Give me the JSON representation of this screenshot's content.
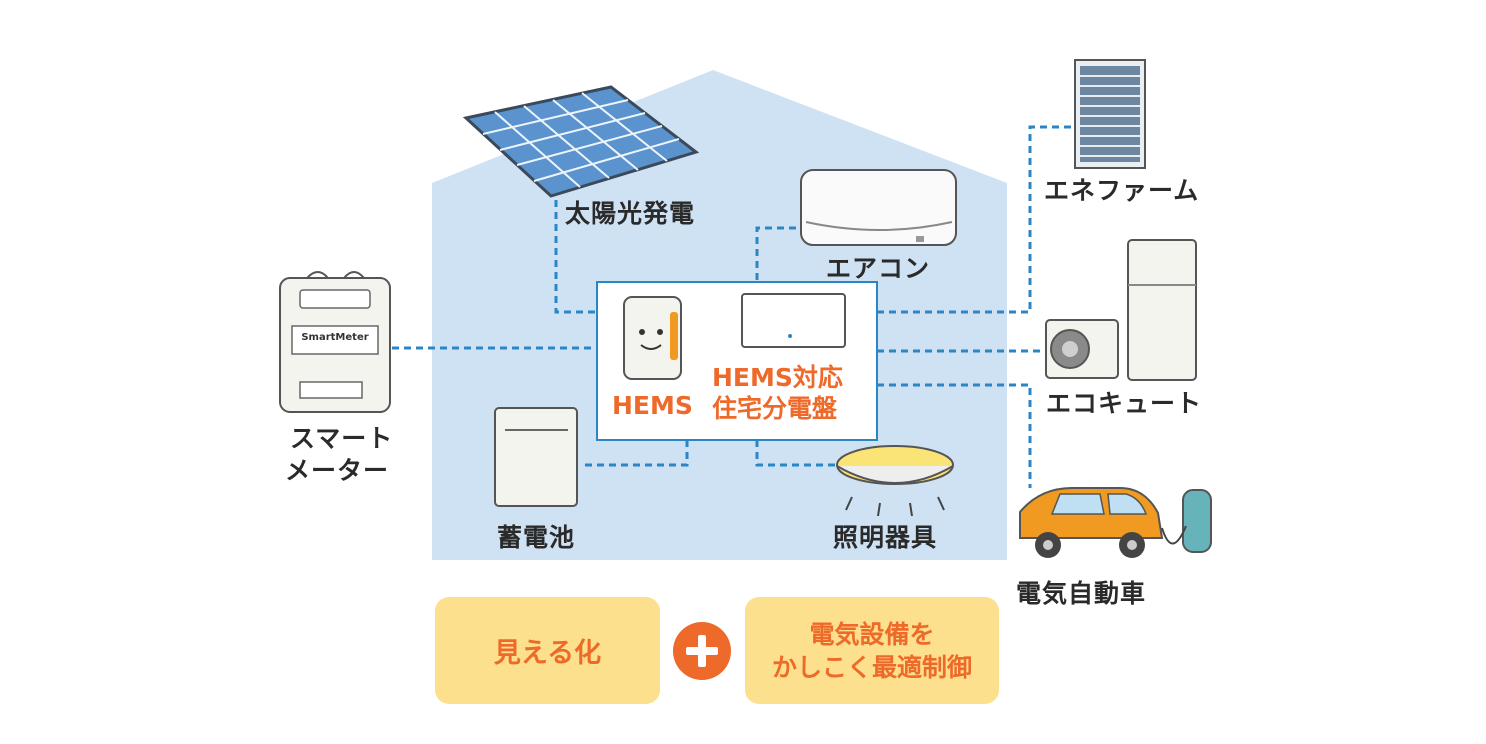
{
  "nodes": {
    "solar": "太陽光発電",
    "aircon": "エアコン",
    "enefarm": "エネファーム",
    "ecocute": "エコキュート",
    "smart_meter": [
      "スマート",
      "メーター"
    ],
    "battery": "蓄電池",
    "lighting": "照明器具",
    "ev": "電気自動車"
  },
  "hub": {
    "hems": "HEMS",
    "panel": [
      "HEMS対応",
      "住宅分電盤"
    ]
  },
  "meter_plate": "SmartMeter",
  "benefits": {
    "visualize": "見える化",
    "control": [
      "電気設備を",
      "かしこく最適制御"
    ]
  },
  "colors": {
    "house": "#cfe2f3",
    "accent": "#ee6a2a",
    "highlight_box": "#fde08d",
    "link": "#2b86c5"
  }
}
